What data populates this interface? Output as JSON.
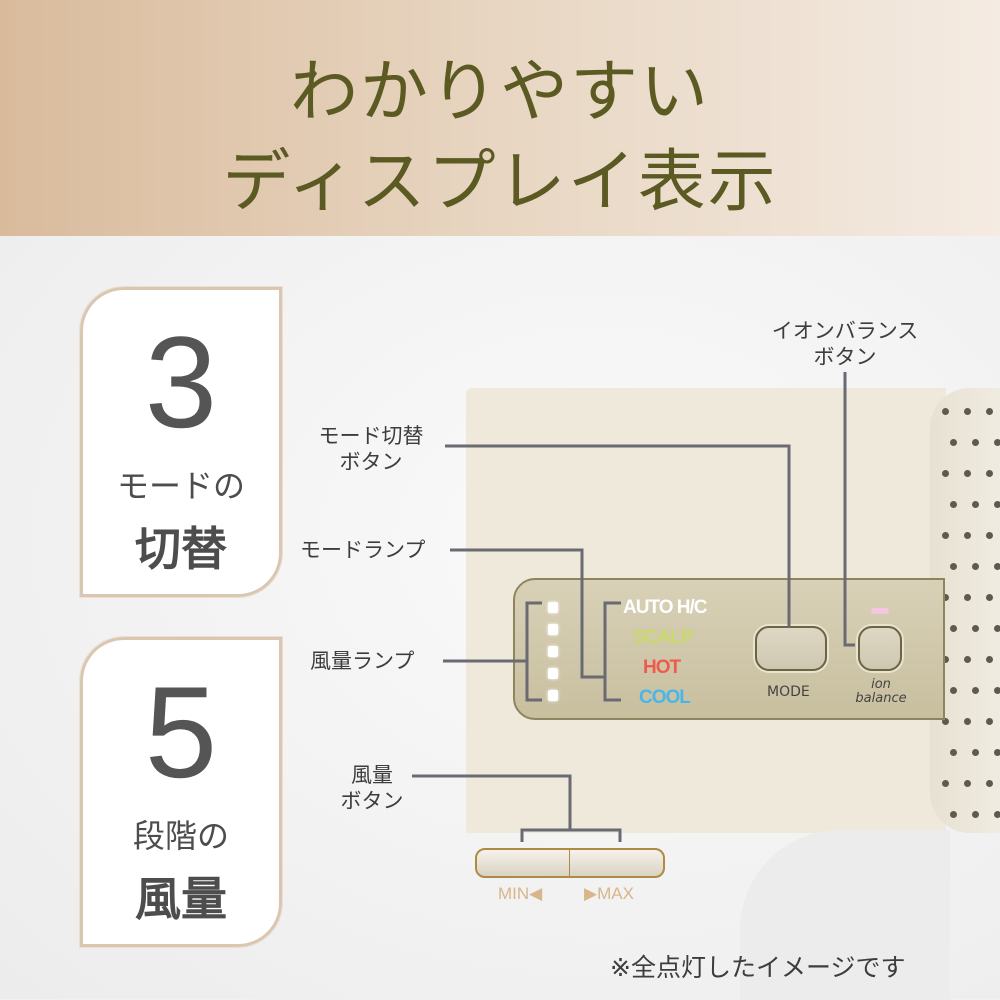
{
  "header": {
    "title_line1": "わかりやすい",
    "title_line2": "ディスプレイ表示"
  },
  "cards": [
    {
      "number": "3",
      "sub": "モードの",
      "main": "切替"
    },
    {
      "number": "5",
      "sub": "段階の",
      "main": "風量"
    }
  ],
  "labels": {
    "ion_button": [
      "イオンバランス",
      "ボタン"
    ],
    "mode_button": [
      "モード切替",
      "ボタン"
    ],
    "mode_lamp": "モードランプ",
    "wind_lamp": "風量ランプ",
    "wind_button": [
      "風量",
      "ボタン"
    ]
  },
  "panel": {
    "modes": [
      {
        "label": "AUTO H/C",
        "color": "#ffffff"
      },
      {
        "label": "SCALP",
        "color": "#c9d96a"
      },
      {
        "label": "HOT",
        "color": "#ef5a4c"
      },
      {
        "label": "COOL",
        "color": "#49b6ea"
      }
    ],
    "wind_levels": 5,
    "mode_button_label": "MODE",
    "ion_button_label": [
      "ion",
      "balance"
    ]
  },
  "wind_button": {
    "min": "MIN◀",
    "max": "▶MAX"
  },
  "footnote": "※全点灯したイメージです"
}
